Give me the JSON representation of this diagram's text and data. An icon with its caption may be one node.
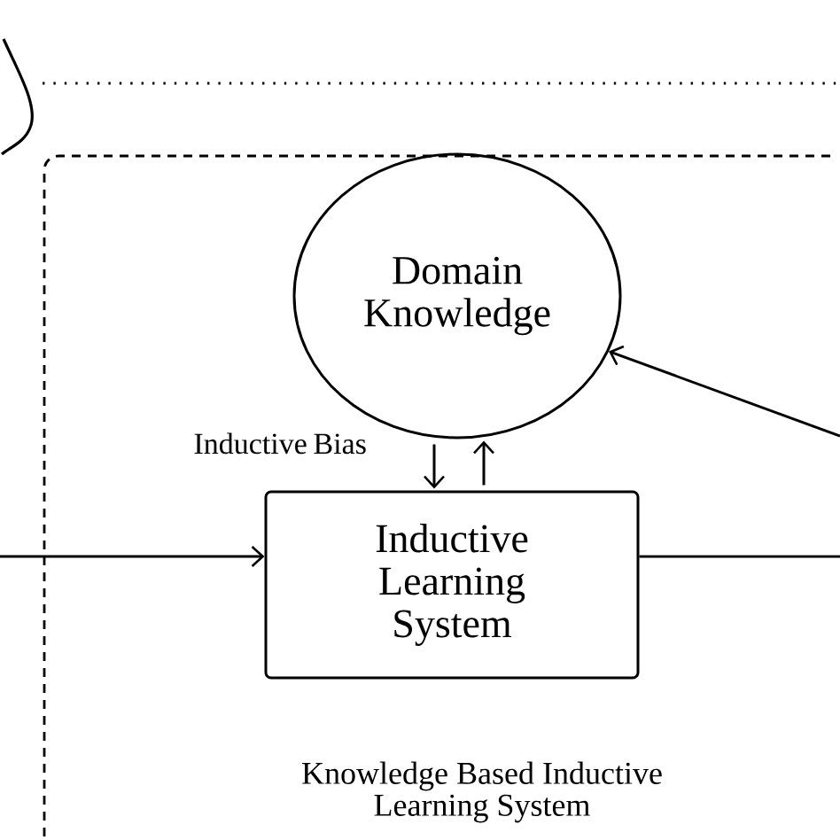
{
  "diagram": {
    "nodes": [
      {
        "text": [
          "Knowledge Based Inductive Learning System"
        ]
      },
      {
        "text": [
          "Domain Knowledge"
        ],
        "in": 0
      },
      {
        "text": [
          "Inductive Learning System"
        ],
        "in": 0
      }
    ],
    "edges": [
      {
        "from": 1,
        "to": 2,
        "arrow": "to",
        "label": "Inductive Bias"
      },
      {
        "from": 2,
        "to": 1,
        "arrow": "to"
      },
      {
        "from": null,
        "to": 2,
        "arrow": "to"
      },
      {
        "from": 2,
        "to": null,
        "arrow": "none"
      },
      {
        "from": null,
        "to": 1,
        "arrow": "to"
      }
    ]
  }
}
